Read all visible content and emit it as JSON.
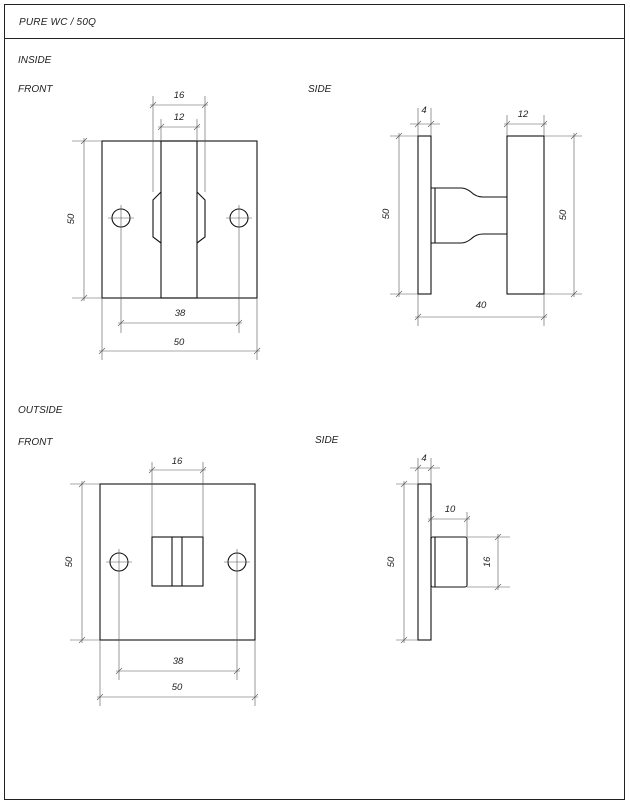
{
  "title": "PURE  WC / 50Q",
  "sections": {
    "inside": {
      "heading": "INSIDE",
      "front_label": "FRONT",
      "side_label": "SIDE",
      "front_dims": {
        "top_outer": "16",
        "top_inner": "12",
        "height": "50",
        "holes": "38",
        "width": "50"
      },
      "side_dims": {
        "plate": "4",
        "knob": "12",
        "height_left": "50",
        "height_right": "50",
        "depth": "40"
      }
    },
    "outside": {
      "heading": "OUTSIDE",
      "front_label": "FRONT",
      "side_label": "SIDE",
      "front_dims": {
        "top": "16",
        "height": "50",
        "holes": "38",
        "width": "50"
      },
      "side_dims": {
        "plate": "4",
        "knob": "10",
        "height_left": "50",
        "knob_height": "16"
      }
    }
  }
}
